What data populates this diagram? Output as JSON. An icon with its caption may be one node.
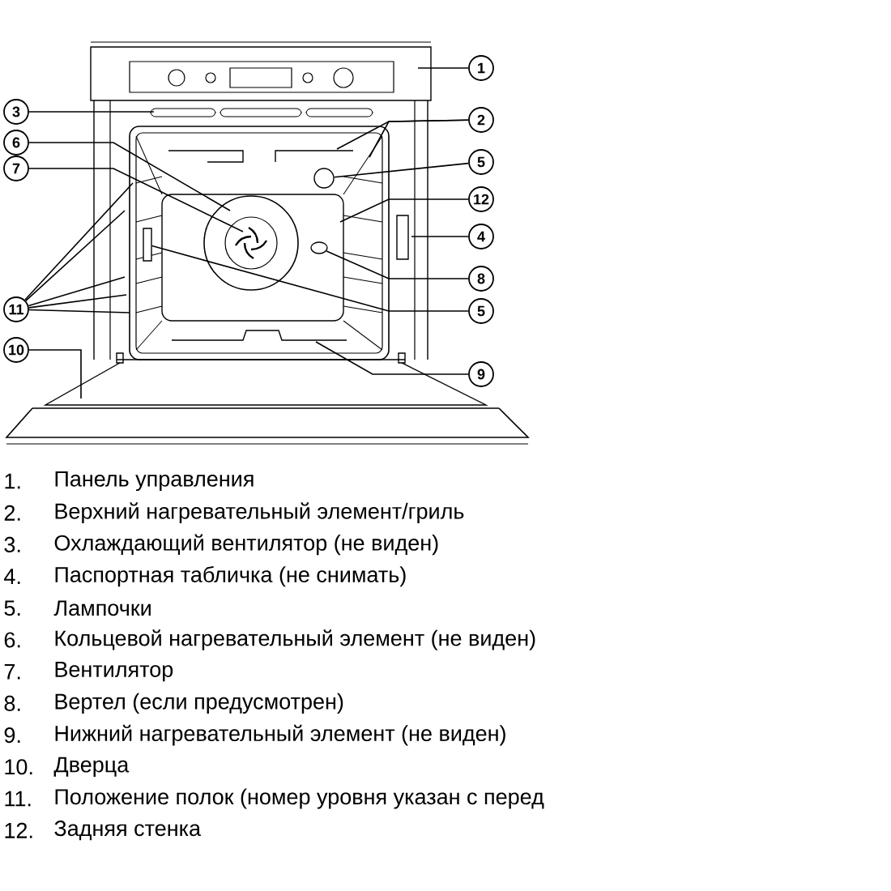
{
  "diagram": {
    "nodes": [
      {
        "text": [
          "1"
        ]
      },
      {
        "text": [
          "3"
        ]
      },
      {
        "text": [
          "2"
        ]
      },
      {
        "text": [
          "6"
        ]
      },
      {
        "text": [
          "5"
        ]
      },
      {
        "text": [
          "7"
        ]
      },
      {
        "text": [
          "12"
        ]
      },
      {
        "text": [
          "4"
        ]
      },
      {
        "text": [
          "8"
        ]
      },
      {
        "text": [
          "11"
        ]
      },
      {
        "text": [
          "5"
        ]
      },
      {
        "text": [
          "10"
        ]
      },
      {
        "text": [
          "9"
        ]
      },
      {
        "text": [],
        "shape": "circle"
      },
      {
        "text": [],
        "shape": "ellipse"
      },
      {
        "text": [],
        "shape": "box"
      }
    ],
    "edges": [
      {
        "from": 0,
        "to": null,
        "arrow": "none"
      },
      {
        "from": 1,
        "to": null,
        "arrow": "none"
      },
      {
        "from": 2,
        "to": null,
        "arrow": "none"
      },
      {
        "from": 2,
        "to": null,
        "arrow": "none"
      },
      {
        "from": 3,
        "to": null,
        "arrow": "none"
      },
      {
        "from": 4,
        "to": 13,
        "arrow": "none"
      },
      {
        "from": 5,
        "to": null,
        "arrow": "none"
      },
      {
        "from": 6,
        "to": null,
        "arrow": "none"
      },
      {
        "from": 7,
        "to": null,
        "arrow": "none"
      },
      {
        "from": 8,
        "to": 14,
        "arrow": "none"
      },
      {
        "from": 9,
        "to": null,
        "arrow": "none"
      },
      {
        "from": 9,
        "to": null,
        "arrow": "none"
      },
      {
        "from": 9,
        "to": null,
        "arrow": "none"
      },
      {
        "from": 9,
        "to": null,
        "arrow": "none"
      },
      {
        "from": 9,
        "to": null,
        "arrow": "none"
      },
      {
        "from": 10,
        "to": 15,
        "arrow": "none"
      },
      {
        "from": 11,
        "to": null,
        "arrow": "none"
      },
      {
        "from": 12,
        "to": null,
        "arrow": "none"
      }
    ],
    "labels": [
      "1.",
      "Панель управления",
      "2.",
      "Верхний нагревательный элемент/гриль",
      "3.",
      "Охлаждающий вентилятор (не виден)",
      "4.",
      "Паспортная табличка (не снимать)",
      "5.",
      "Лампочки",
      "6.",
      "Кольцевой нагревательный элемент (не виден)",
      "7.",
      "Вентилятор",
      "8.",
      "Вертел (если предусмотрен)",
      "9.",
      "Нижний нагревательный элемент (не виден)",
      "10.",
      "Дверца",
      "11.",
      "Положение полок (номер уровня указан с перед",
      "12.",
      "Задняя стенка"
    ]
  }
}
